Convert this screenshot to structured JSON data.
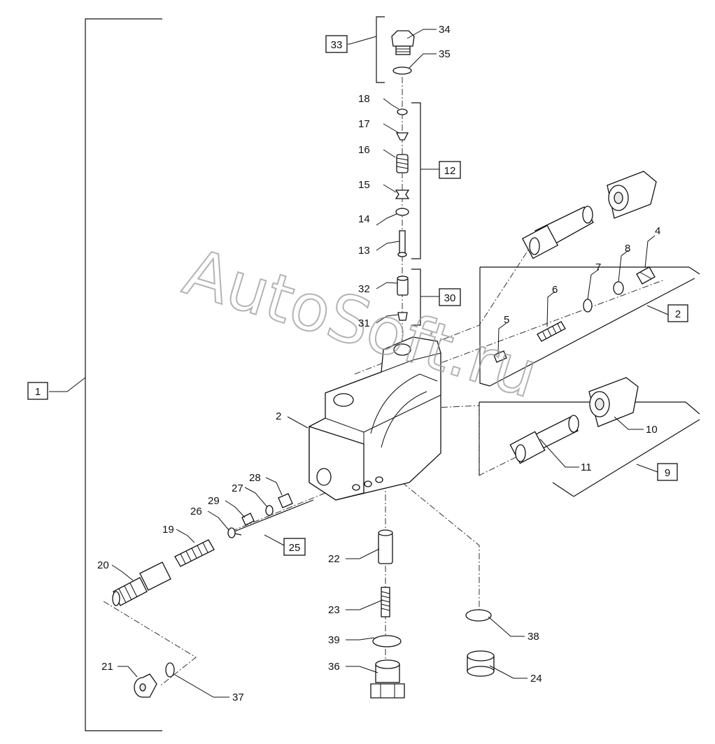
{
  "watermark": "AutoSoft.ru",
  "callouts": [
    {
      "id": "c34",
      "text": "34"
    },
    {
      "id": "c35",
      "text": "35"
    },
    {
      "id": "c18",
      "text": "18"
    },
    {
      "id": "c17",
      "text": "17"
    },
    {
      "id": "c16",
      "text": "16"
    },
    {
      "id": "c15",
      "text": "15"
    },
    {
      "id": "c14",
      "text": "14"
    },
    {
      "id": "c13",
      "text": "13"
    },
    {
      "id": "c32",
      "text": "32"
    },
    {
      "id": "c31",
      "text": "31"
    },
    {
      "id": "c4",
      "text": "4"
    },
    {
      "id": "c8",
      "text": "8"
    },
    {
      "id": "c7",
      "text": "7"
    },
    {
      "id": "c6",
      "text": "6"
    },
    {
      "id": "c5",
      "text": "5"
    },
    {
      "id": "c2",
      "text": "2"
    },
    {
      "id": "c10",
      "text": "10"
    },
    {
      "id": "c11",
      "text": "11"
    },
    {
      "id": "c28",
      "text": "28"
    },
    {
      "id": "c27",
      "text": "27"
    },
    {
      "id": "c29",
      "text": "29"
    },
    {
      "id": "c26",
      "text": "26"
    },
    {
      "id": "c19",
      "text": "19"
    },
    {
      "id": "c20",
      "text": "20"
    },
    {
      "id": "c22",
      "text": "22"
    },
    {
      "id": "c23",
      "text": "23"
    },
    {
      "id": "c39",
      "text": "39"
    },
    {
      "id": "c36",
      "text": "36"
    },
    {
      "id": "c38",
      "text": "38"
    },
    {
      "id": "c24",
      "text": "24"
    },
    {
      "id": "c21",
      "text": "21"
    },
    {
      "id": "c37",
      "text": "37"
    }
  ],
  "boxes": [
    {
      "id": "b1",
      "text": "1"
    },
    {
      "id": "b33",
      "text": "33"
    },
    {
      "id": "b12",
      "text": "12"
    },
    {
      "id": "b30",
      "text": "30"
    },
    {
      "id": "b2",
      "text": "2"
    },
    {
      "id": "b9",
      "text": "9"
    },
    {
      "id": "b25",
      "text": "25"
    }
  ]
}
